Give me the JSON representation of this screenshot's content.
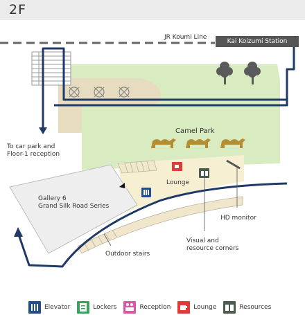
{
  "floor": "2F",
  "line_label": "JR Koumi Line",
  "station": "Kai Koizumi Station",
  "labels": {
    "car_park": [
      "To car park and",
      "Floor-1 reception"
    ],
    "camel_park": "Camel Park",
    "lounge": "Lounge",
    "gallery": [
      "Gallery 6",
      "Grand Silk Road Series"
    ],
    "hd_monitor": "HD monitor",
    "visual": [
      "Visual and",
      "resource corners"
    ],
    "outdoor_stairs": "Outdoor stairs"
  },
  "legend": [
    {
      "icon": "elevator-icon",
      "label": "Elevator",
      "color": "#1e4f8c"
    },
    {
      "icon": "lockers-icon",
      "label": "Lockers",
      "color": "#3aa35a"
    },
    {
      "icon": "reception-icon",
      "label": "Reception",
      "color": "#d957a6"
    },
    {
      "icon": "lounge-icon",
      "label": "Lounge",
      "color": "#e03a3a"
    },
    {
      "icon": "resources-icon",
      "label": "Resources",
      "color": "#4d5a4f"
    }
  ],
  "colors": {
    "route": "#1f3a66",
    "park": "#d9ebc0",
    "sand": "#e8dcc0",
    "lounge_area": "#f7efd2",
    "gallery": "#eeeeee",
    "station_box": "#555555"
  }
}
